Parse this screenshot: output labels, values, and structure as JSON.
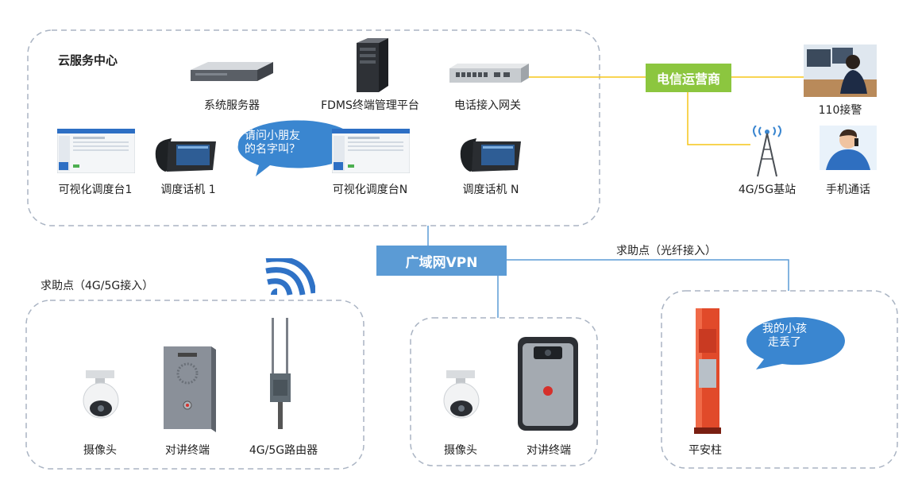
{
  "colors": {
    "vpn_box": "#5b9bd5",
    "carrier_box": "#8cc63f",
    "cloud_line": "#f5c518",
    "wan_line": "#5b9bd5",
    "group_border": "#aab4c3",
    "bubble": "#3a86d0"
  },
  "cloud_center": {
    "title": "云服务中心",
    "devices": {
      "system_server": "系统服务器",
      "fdms_platform": "FDMS终端管理平台",
      "phone_gateway": "电话接入网关",
      "console_1": "可视化调度台1",
      "phone_1": "调度话机 1",
      "console_n": "可视化调度台N",
      "phone_n": "调度话机 N"
    },
    "bubble": "请问小朋友\n的名字叫？"
  },
  "carrier": {
    "label": "电信运营商",
    "police": "110接警",
    "base_station": "4G/5G基站",
    "mobile_call": "手机通话"
  },
  "wan": {
    "label": "广域网VPN",
    "fiber_label": "求助点（光纤接入）"
  },
  "help_4g": {
    "title": "求助点（4G/5G接入）",
    "camera": "摄像头",
    "intercom": "对讲终端",
    "router": "4G/5G路由器",
    "icons": [
      "wifi-signal-icon"
    ]
  },
  "help_mid": {
    "camera": "摄像头",
    "intercom": "对讲终端"
  },
  "help_fiber": {
    "pillar": "平安柱",
    "bubble": "我的小孩\n走丢了"
  }
}
